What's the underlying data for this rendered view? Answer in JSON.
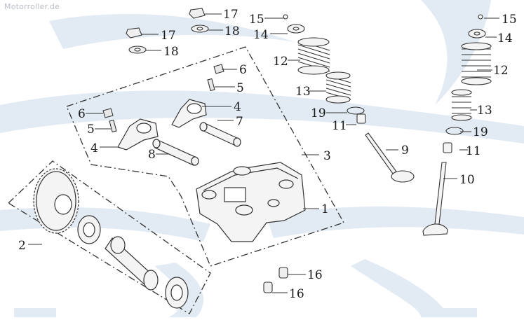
{
  "watermark": "Motorroller.de",
  "colors": {
    "ink": "#333333",
    "label": "#1a1a1a",
    "background_swoosh": "#dbe6f1",
    "part_fill": "#f4f4f4"
  },
  "callouts": [
    {
      "id": "c1",
      "number": "1",
      "part": "cylinder-head-bracket"
    },
    {
      "id": "c2",
      "number": "2",
      "part": "camshaft-assembly"
    },
    {
      "id": "c3",
      "number": "3",
      "part": "rocker-assembly"
    },
    {
      "id": "c4a",
      "number": "4",
      "part": "rocker-arm"
    },
    {
      "id": "c4b",
      "number": "4",
      "part": "rocker-arm"
    },
    {
      "id": "c5a",
      "number": "5",
      "part": "adjusting-screw"
    },
    {
      "id": "c5b",
      "number": "5",
      "part": "adjusting-screw"
    },
    {
      "id": "c6a",
      "number": "6",
      "part": "lock-nut"
    },
    {
      "id": "c6b",
      "number": "6",
      "part": "lock-nut"
    },
    {
      "id": "c7",
      "number": "7",
      "part": "rocker-shaft"
    },
    {
      "id": "c8",
      "number": "8",
      "part": "rocker-shaft"
    },
    {
      "id": "c9",
      "number": "9",
      "part": "exhaust-valve"
    },
    {
      "id": "c10",
      "number": "10",
      "part": "intake-valve"
    },
    {
      "id": "c11a",
      "number": "11",
      "part": "valve-stem-seal"
    },
    {
      "id": "c11b",
      "number": "11",
      "part": "valve-stem-seal"
    },
    {
      "id": "c12a",
      "number": "12",
      "part": "outer-valve-spring"
    },
    {
      "id": "c12b",
      "number": "12",
      "part": "outer-valve-spring"
    },
    {
      "id": "c13a",
      "number": "13",
      "part": "inner-valve-spring"
    },
    {
      "id": "c13b",
      "number": "13",
      "part": "inner-valve-spring"
    },
    {
      "id": "c14a",
      "number": "14",
      "part": "spring-retainer"
    },
    {
      "id": "c14b",
      "number": "14",
      "part": "spring-retainer"
    },
    {
      "id": "c15a",
      "number": "15",
      "part": "valve-cotter"
    },
    {
      "id": "c15b",
      "number": "15",
      "part": "valve-cotter"
    },
    {
      "id": "c16a",
      "number": "16",
      "part": "dowel-pin"
    },
    {
      "id": "c16b",
      "number": "16",
      "part": "dowel-pin"
    },
    {
      "id": "c17a",
      "number": "17",
      "part": "cap-nut"
    },
    {
      "id": "c17b",
      "number": "17",
      "part": "cap-nut"
    },
    {
      "id": "c18a",
      "number": "18",
      "part": "washer"
    },
    {
      "id": "c18b",
      "number": "18",
      "part": "washer"
    },
    {
      "id": "c19a",
      "number": "19",
      "part": "o-ring"
    },
    {
      "id": "c19b",
      "number": "19",
      "part": "o-ring"
    }
  ]
}
